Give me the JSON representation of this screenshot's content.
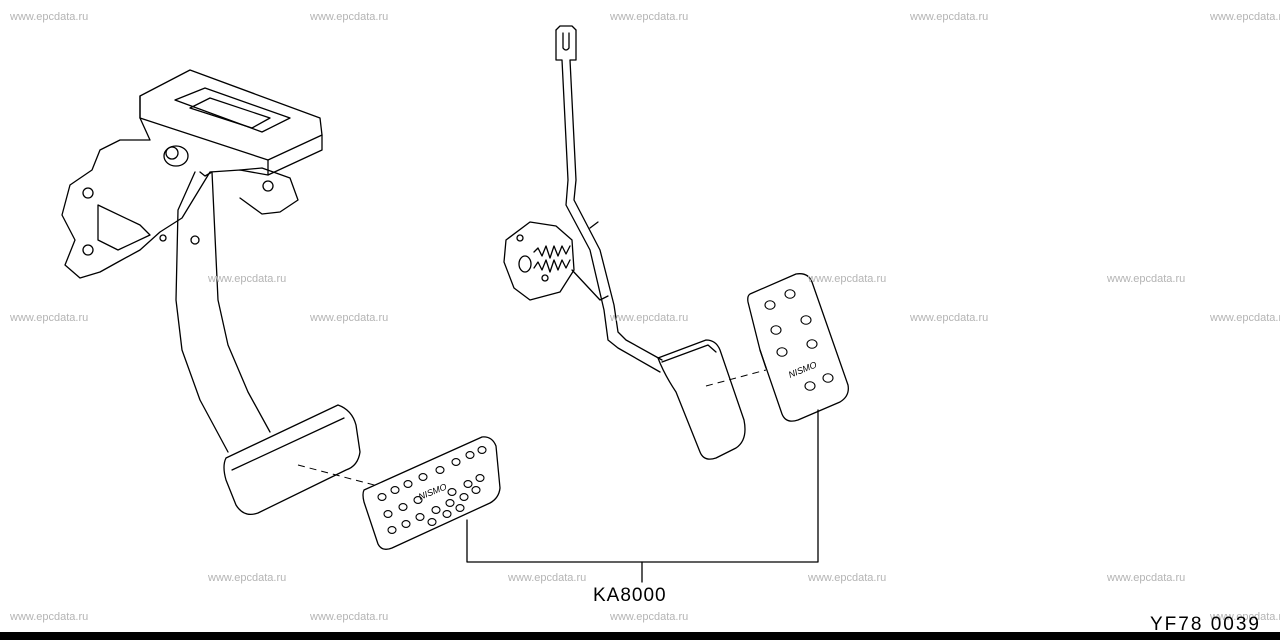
{
  "watermarks": [
    "www.epcdata.ru",
    "www.epcdata.ru",
    "www.epcdata.ru",
    "www.epcdata.ru",
    "www.epcdata.ru",
    "www.epcdata.ru",
    "www.epcdata.ru",
    "www.epcdata.ru",
    "www.epcdata.ru",
    "www.epcdata.ru",
    "www.epcdata.ru",
    "www.epcdata.ru",
    "www.epcdata.ru",
    "www.epcdata.ru",
    "www.epcdata.ru",
    "www.epcdata.ru",
    "www.epcdata.ru",
    "www.epcdata.ru",
    "www.epcdata.ru",
    "www.epcdata.ru",
    "www.epcdata.ru"
  ],
  "part_number": "KA8000",
  "figure_code": "YF78 0039",
  "pad_brand": "NISMO"
}
